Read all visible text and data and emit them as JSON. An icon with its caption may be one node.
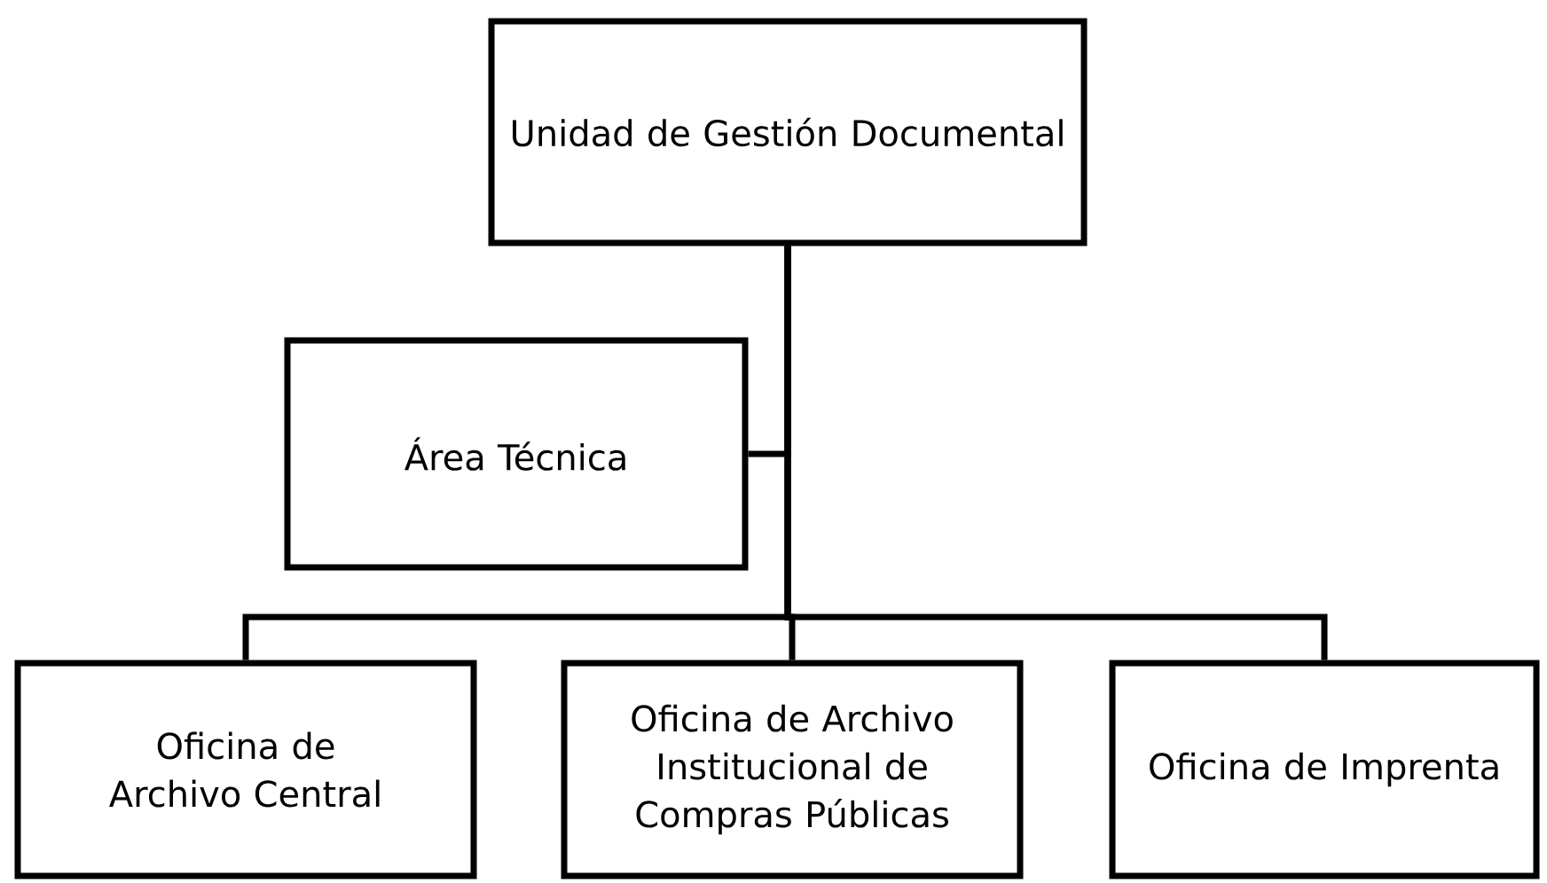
{
  "diagram": {
    "nodes": [
      {
        "text": [
          "Unidad de Gestión Documental"
        ]
      },
      {
        "text": [
          "Área Técnica"
        ]
      },
      {
        "text": [
          "Oficina de Archivo Central"
        ]
      },
      {
        "text": [
          "Oficina de Archivo Institucional de Compras Públicas"
        ]
      },
      {
        "text": [
          "Oficina de Imprenta"
        ]
      }
    ],
    "edges": [
      {
        "from": 0,
        "to": 1,
        "arrow": "none"
      },
      {
        "from": 0,
        "to": 2,
        "arrow": "none"
      },
      {
        "from": 0,
        "to": 3,
        "arrow": "none"
      },
      {
        "from": 0,
        "to": 4,
        "arrow": "none"
      }
    ]
  }
}
